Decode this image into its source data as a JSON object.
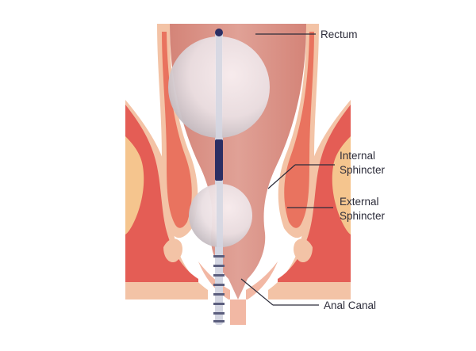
{
  "labels": {
    "rectum": "Rectum",
    "internal_line1": "Internal",
    "internal_line2": "Sphincter",
    "external_line1": "External",
    "external_line2": "Sphincter",
    "anal_canal": "Anal Canal"
  },
  "colors": {
    "background": "#ffffff",
    "outer_skin": "#f3c3a6",
    "fat_yellow": "#f5c58e",
    "external_muscle": "#e45d55",
    "internal_muscle": "#e9735f",
    "rectum_lumen": "#d98f85",
    "rectum_wall": "#f2b8a4",
    "balloon": "#efe3e6",
    "catheter": "#d4d6e2",
    "catheter_dark": "#2b2e63",
    "leader": "#2c2c3a"
  }
}
